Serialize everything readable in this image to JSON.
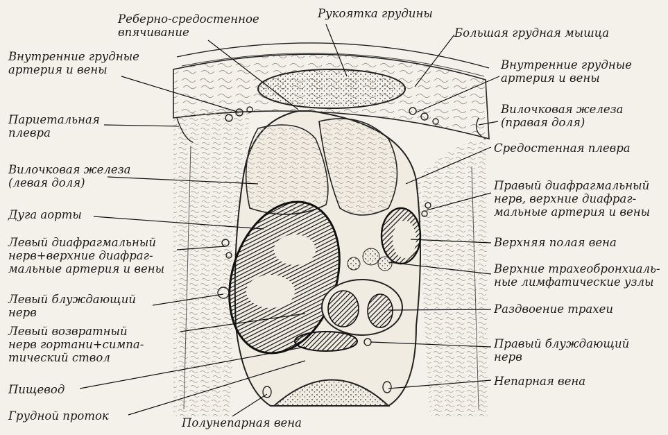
{
  "labels": {
    "costomediastinal_recess": [
      "Реберно-средостенное",
      "впячивание"
    ],
    "manubrium": [
      "Рукоятка грудины"
    ],
    "pectoralis_major": [
      "Большая грудная мышца"
    ],
    "int_thoracic_left": [
      "Внутренние грудные",
      "артерия и вены"
    ],
    "int_thoracic_right": [
      "Внутренние грудные",
      "артерия и вены"
    ],
    "parietal_pleura": [
      "Париетальная",
      "плевра"
    ],
    "thymus_right": [
      "Вилочковая железа",
      "(правая доля)"
    ],
    "mediastinal_pleura": [
      "Средостенная плевра"
    ],
    "thymus_left": [
      "Вилочковая железа",
      "(левая доля)"
    ],
    "right_phrenic": [
      "Правый диафрагмальный",
      "нерв, верхние диафраг-",
      "мальные артерия и вены"
    ],
    "aortic_arch": [
      "Дуга аорты"
    ],
    "svc": [
      "Верхняя полая вена"
    ],
    "left_phrenic": [
      "Левый диафрагмальный",
      "нерв+верхние диафраг-",
      "мальные артерия и вены"
    ],
    "lymph_nodes": [
      "Верхние трахеобронхиаль-",
      "ные лимфатические узлы"
    ],
    "left_vagus": [
      "Левый блуждающий",
      "нерв"
    ],
    "tracheal_bifurcation": [
      "Раздвоение трахеи"
    ],
    "left_recurrent": [
      "Левый возвратный",
      "нерв гортани+симпа-",
      "тический ствол"
    ],
    "right_vagus": [
      "Правый блуждающий",
      "нерв"
    ],
    "esophagus": [
      "Пищевод"
    ],
    "azygos": [
      "Непарная вена"
    ],
    "thoracic_duct": [
      "Грудной проток"
    ],
    "hemiazygos": [
      "Полунепарная вена"
    ]
  }
}
